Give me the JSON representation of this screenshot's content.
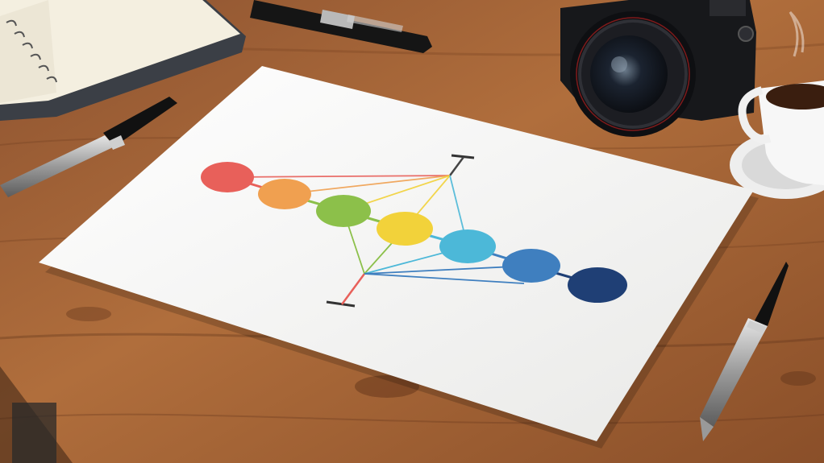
{
  "scene": {
    "description_free": true,
    "objects": [
      {
        "kind": "notebook",
        "icon": "notebook-icon"
      },
      {
        "kind": "pen",
        "icon": "pen-icon"
      },
      {
        "kind": "camera",
        "icon": "camera-icon"
      },
      {
        "kind": "coffee-cup",
        "icon": "coffee-cup-icon"
      },
      {
        "kind": "paper-sheet",
        "icon": "paper-icon"
      }
    ]
  },
  "palette": {
    "table_light": "#b06e3c",
    "table_dark": "#7a4423",
    "paper": "#f4f4f2",
    "nodes": [
      "#e8605a",
      "#f0a050",
      "#8cc04a",
      "#f2d23a",
      "#4cb8d8",
      "#3f7fbf",
      "#1f3f75"
    ]
  }
}
